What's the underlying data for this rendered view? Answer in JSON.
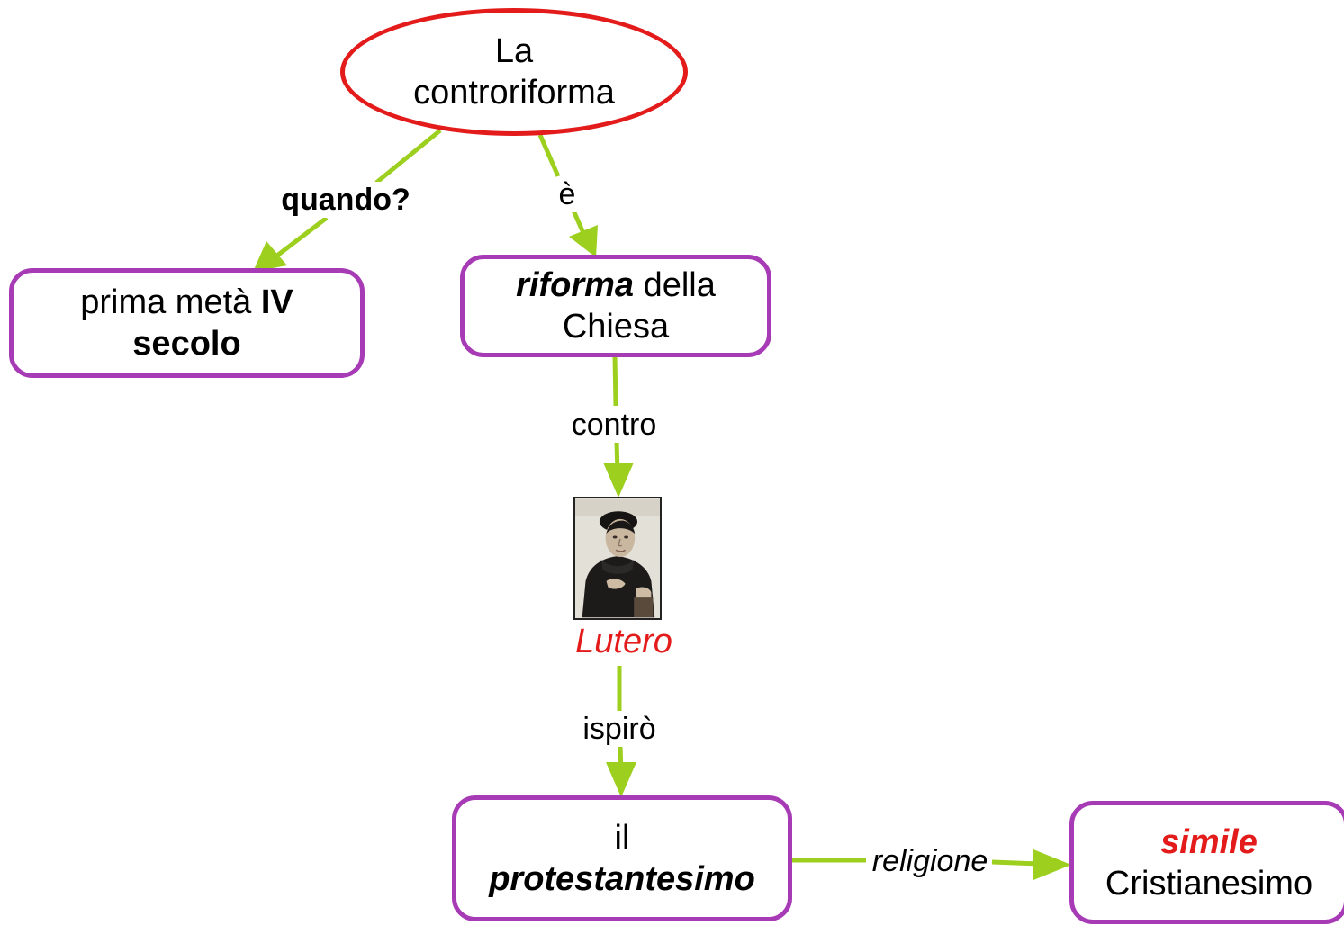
{
  "colors": {
    "edge": "#9ccf1e",
    "root_border": "#e31b1b",
    "box_border": "#a73ab5",
    "accent_text": "#e31b1b"
  },
  "nodes": {
    "root": {
      "line1": "La",
      "line2": "controriforma"
    },
    "prima": {
      "text_plain": "prima metà",
      "text_bold": "IV",
      "line2_bold": "secolo"
    },
    "riforma": {
      "text_bold_italic": "riforma",
      "text_plain": "della",
      "line2": "Chiesa"
    },
    "lutero": {
      "label": "Lutero",
      "image": "portrait-of-luther"
    },
    "protestantesimo": {
      "line1": "il",
      "line2_bold_italic": "protestantesimo"
    },
    "simile": {
      "line1_bold_italic_red": "simile",
      "line2": "Cristianesimo"
    }
  },
  "edges": {
    "quando": "quando?",
    "e": "è",
    "contro": "contro",
    "ispiro": "ispirò",
    "religione": "religione"
  }
}
